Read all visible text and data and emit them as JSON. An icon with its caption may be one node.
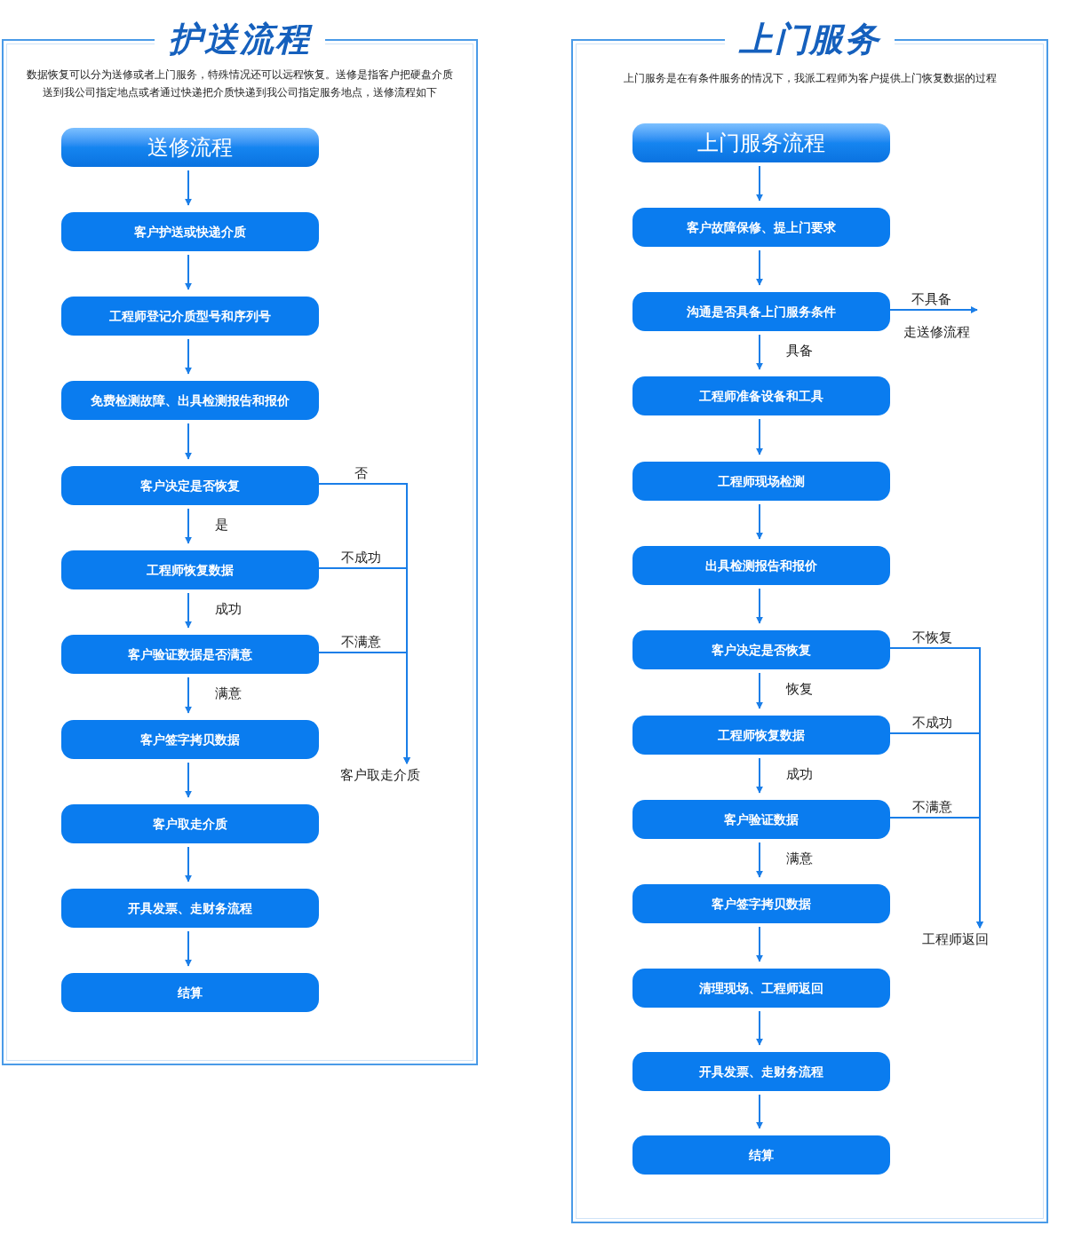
{
  "diagram": {
    "nodes": [
      {
        "text": [
          "护送流程",
          "数据恢复可以分为送修或者上门服务，特殊情况还可以远程恢复。送修是指客户把硬盘介质送到我公司指定地点或者通过快递把介质快递到我公司指定服务地点，送修流程如下"
        ]
      },
      {
        "text": [
          "送修流程"
        ],
        "in": 0
      },
      {
        "text": [
          "客户护送或快递介质"
        ],
        "in": 0
      },
      {
        "text": [
          "工程师登记介质型号和序列号"
        ],
        "in": 0
      },
      {
        "text": [
          "免费检测故障、出具检测报告和报价"
        ],
        "in": 0
      },
      {
        "text": [
          "客户决定是否恢复"
        ],
        "in": 0
      },
      {
        "text": [
          "工程师恢复数据"
        ],
        "in": 0
      },
      {
        "text": [
          "客户验证数据是否满意"
        ],
        "in": 0
      },
      {
        "text": [
          "客户签字拷贝数据"
        ],
        "in": 0
      },
      {
        "text": [
          "客户取走介质"
        ],
        "in": 0
      },
      {
        "text": [
          "开具发票、走财务流程"
        ],
        "in": 0
      },
      {
        "text": [
          "结算"
        ],
        "in": 0
      },
      {
        "text": [
          "客户取走介质"
        ],
        "in": 0
      },
      {
        "text": [
          "上门服务",
          "上门服务是在有条件服务的情况下，我派工程师为客户提供上门恢复数据的过程"
        ]
      },
      {
        "text": [
          "上门服务流程"
        ],
        "in": 13
      },
      {
        "text": [
          "客户故障保修、提上门要求"
        ],
        "in": 13
      },
      {
        "text": [
          "沟通是否具备上门服务条件"
        ],
        "in": 13
      },
      {
        "text": [
          "工程师准备设备和工具"
        ],
        "in": 13
      },
      {
        "text": [
          "工程师现场检测"
        ],
        "in": 13
      },
      {
        "text": [
          "出具检测报告和报价"
        ],
        "in": 13
      },
      {
        "text": [
          "客户决定是否恢复"
        ],
        "in": 13
      },
      {
        "text": [
          "工程师恢复数据"
        ],
        "in": 13
      },
      {
        "text": [
          "客户验证数据"
        ],
        "in": 13
      },
      {
        "text": [
          "客户签字拷贝数据"
        ],
        "in": 13
      },
      {
        "text": [
          "清理现场、工程师返回"
        ],
        "in": 13
      },
      {
        "text": [
          "开具发票、走财务流程"
        ],
        "in": 13
      },
      {
        "text": [
          "结算"
        ],
        "in": 13
      },
      {
        "text": [
          "工程师返回"
        ],
        "in": 13
      },
      {
        "text": [
          "走送修流程"
        ],
        "in": 13
      }
    ],
    "edges": [
      {
        "from": 1,
        "to": 2,
        "arrow": "to"
      },
      {
        "from": 2,
        "to": 3,
        "arrow": "to"
      },
      {
        "from": 3,
        "to": 4,
        "arrow": "to"
      },
      {
        "from": 4,
        "to": 5,
        "arrow": "to"
      },
      {
        "from": 5,
        "to": 6,
        "arrow": "to",
        "label": "是"
      },
      {
        "from": 6,
        "to": 7,
        "arrow": "to",
        "label": "成功"
      },
      {
        "from": 7,
        "to": 8,
        "arrow": "to",
        "label": "满意"
      },
      {
        "from": 8,
        "to": 9,
        "arrow": "to"
      },
      {
        "from": 9,
        "to": 10,
        "arrow": "to"
      },
      {
        "from": 10,
        "to": 11,
        "arrow": "to"
      },
      {
        "from": 5,
        "to": 12,
        "arrow": "to",
        "label": "否"
      },
      {
        "from": 6,
        "to": 12,
        "arrow": "to",
        "label": "不成功"
      },
      {
        "from": 7,
        "to": 12,
        "arrow": "to",
        "label": "不满意"
      },
      {
        "from": 14,
        "to": 15,
        "arrow": "to"
      },
      {
        "from": 15,
        "to": 16,
        "arrow": "to"
      },
      {
        "from": 16,
        "to": 17,
        "arrow": "to",
        "label": "具备"
      },
      {
        "from": 17,
        "to": 18,
        "arrow": "to"
      },
      {
        "from": 18,
        "to": 19,
        "arrow": "to"
      },
      {
        "from": 19,
        "to": 20,
        "arrow": "to"
      },
      {
        "from": 20,
        "to": 21,
        "arrow": "to",
        "label": "恢复"
      },
      {
        "from": 21,
        "to": 22,
        "arrow": "to",
        "label": "成功"
      },
      {
        "from": 22,
        "to": 23,
        "arrow": "to",
        "label": "满意"
      },
      {
        "from": 23,
        "to": 24,
        "arrow": "to"
      },
      {
        "from": 24,
        "to": 25,
        "arrow": "to"
      },
      {
        "from": 25,
        "to": 26,
        "arrow": "to"
      },
      {
        "from": 16,
        "to": 28,
        "arrow": "to",
        "label": "不具备"
      },
      {
        "from": 20,
        "to": 27,
        "arrow": "to",
        "label": "不恢复"
      },
      {
        "from": 21,
        "to": 27,
        "arrow": "to",
        "label": "不成功"
      },
      {
        "from": 22,
        "to": 27,
        "arrow": "to",
        "label": "不满意"
      }
    ]
  }
}
